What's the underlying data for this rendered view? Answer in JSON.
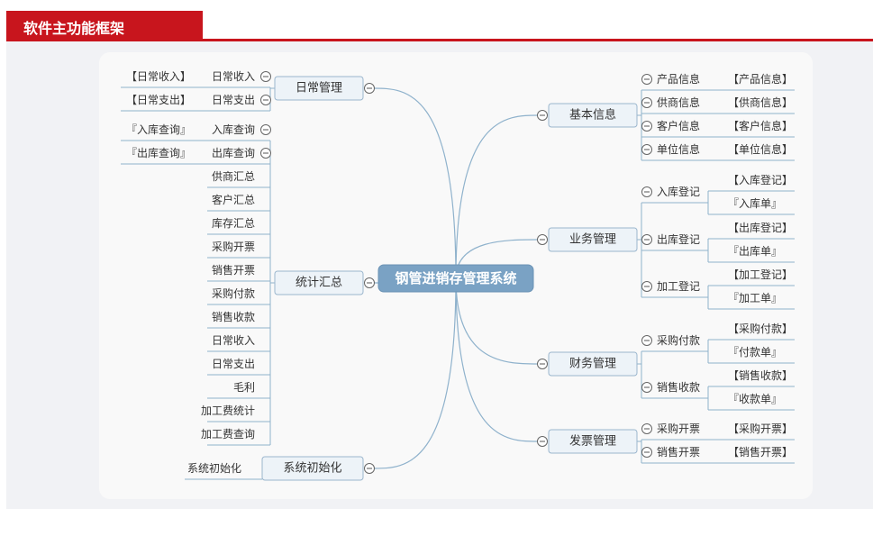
{
  "header": {
    "title": "软件主功能框架"
  },
  "diagram": {
    "root": "钢管进销存管理系统",
    "left": [
      {
        "label": "日常管理",
        "children": [
          {
            "label": "日常收入",
            "note": "【日常收入】"
          },
          {
            "label": "日常支出",
            "note": "【日常支出】"
          }
        ]
      },
      {
        "label": "统计汇总",
        "children": [
          {
            "label": "入库查询",
            "note": "『入库查询』"
          },
          {
            "label": "出库查询",
            "note": "『出库查询』"
          },
          {
            "label": "供商汇总"
          },
          {
            "label": "客户汇总"
          },
          {
            "label": "库存汇总"
          },
          {
            "label": "采购开票"
          },
          {
            "label": "销售开票"
          },
          {
            "label": "采购付款"
          },
          {
            "label": "销售收款"
          },
          {
            "label": "日常收入"
          },
          {
            "label": "日常支出"
          },
          {
            "label": "毛利"
          },
          {
            "label": "加工费统计"
          },
          {
            "label": "加工费查询"
          }
        ]
      },
      {
        "label": "系统初始化",
        "children": [
          {
            "label": "系统初始化"
          }
        ]
      }
    ],
    "right": [
      {
        "label": "基本信息",
        "children": [
          {
            "label": "产品信息",
            "notes": [
              "【产品信息】"
            ]
          },
          {
            "label": "供商信息",
            "notes": [
              "【供商信息】"
            ]
          },
          {
            "label": "客户信息",
            "notes": [
              "【客户信息】"
            ]
          },
          {
            "label": "单位信息",
            "notes": [
              "【单位信息】"
            ]
          }
        ]
      },
      {
        "label": "业务管理",
        "children": [
          {
            "label": "入库登记",
            "notes": [
              "【入库登记】",
              "『入库单』"
            ]
          },
          {
            "label": "出库登记",
            "notes": [
              "【出库登记】",
              "『出库单』"
            ]
          },
          {
            "label": "加工登记",
            "notes": [
              "【加工登记】",
              "『加工单』"
            ]
          }
        ]
      },
      {
        "label": "财务管理",
        "children": [
          {
            "label": "采购付款",
            "notes": [
              "【采购付款】",
              "『付款单』"
            ]
          },
          {
            "label": "销售收款",
            "notes": [
              "【销售收款】",
              "『收款单』"
            ]
          }
        ]
      },
      {
        "label": "发票管理",
        "children": [
          {
            "label": "采购开票",
            "notes": [
              "【采购开票】"
            ]
          },
          {
            "label": "销售开票",
            "notes": [
              "【销售开票】"
            ]
          }
        ]
      }
    ]
  },
  "colors": {
    "accent": "#c8151d",
    "root": "#7aa2c4",
    "line": "#8fb2cc",
    "node_border": "#9bb6cd",
    "node_fill": "#edf3f8"
  }
}
